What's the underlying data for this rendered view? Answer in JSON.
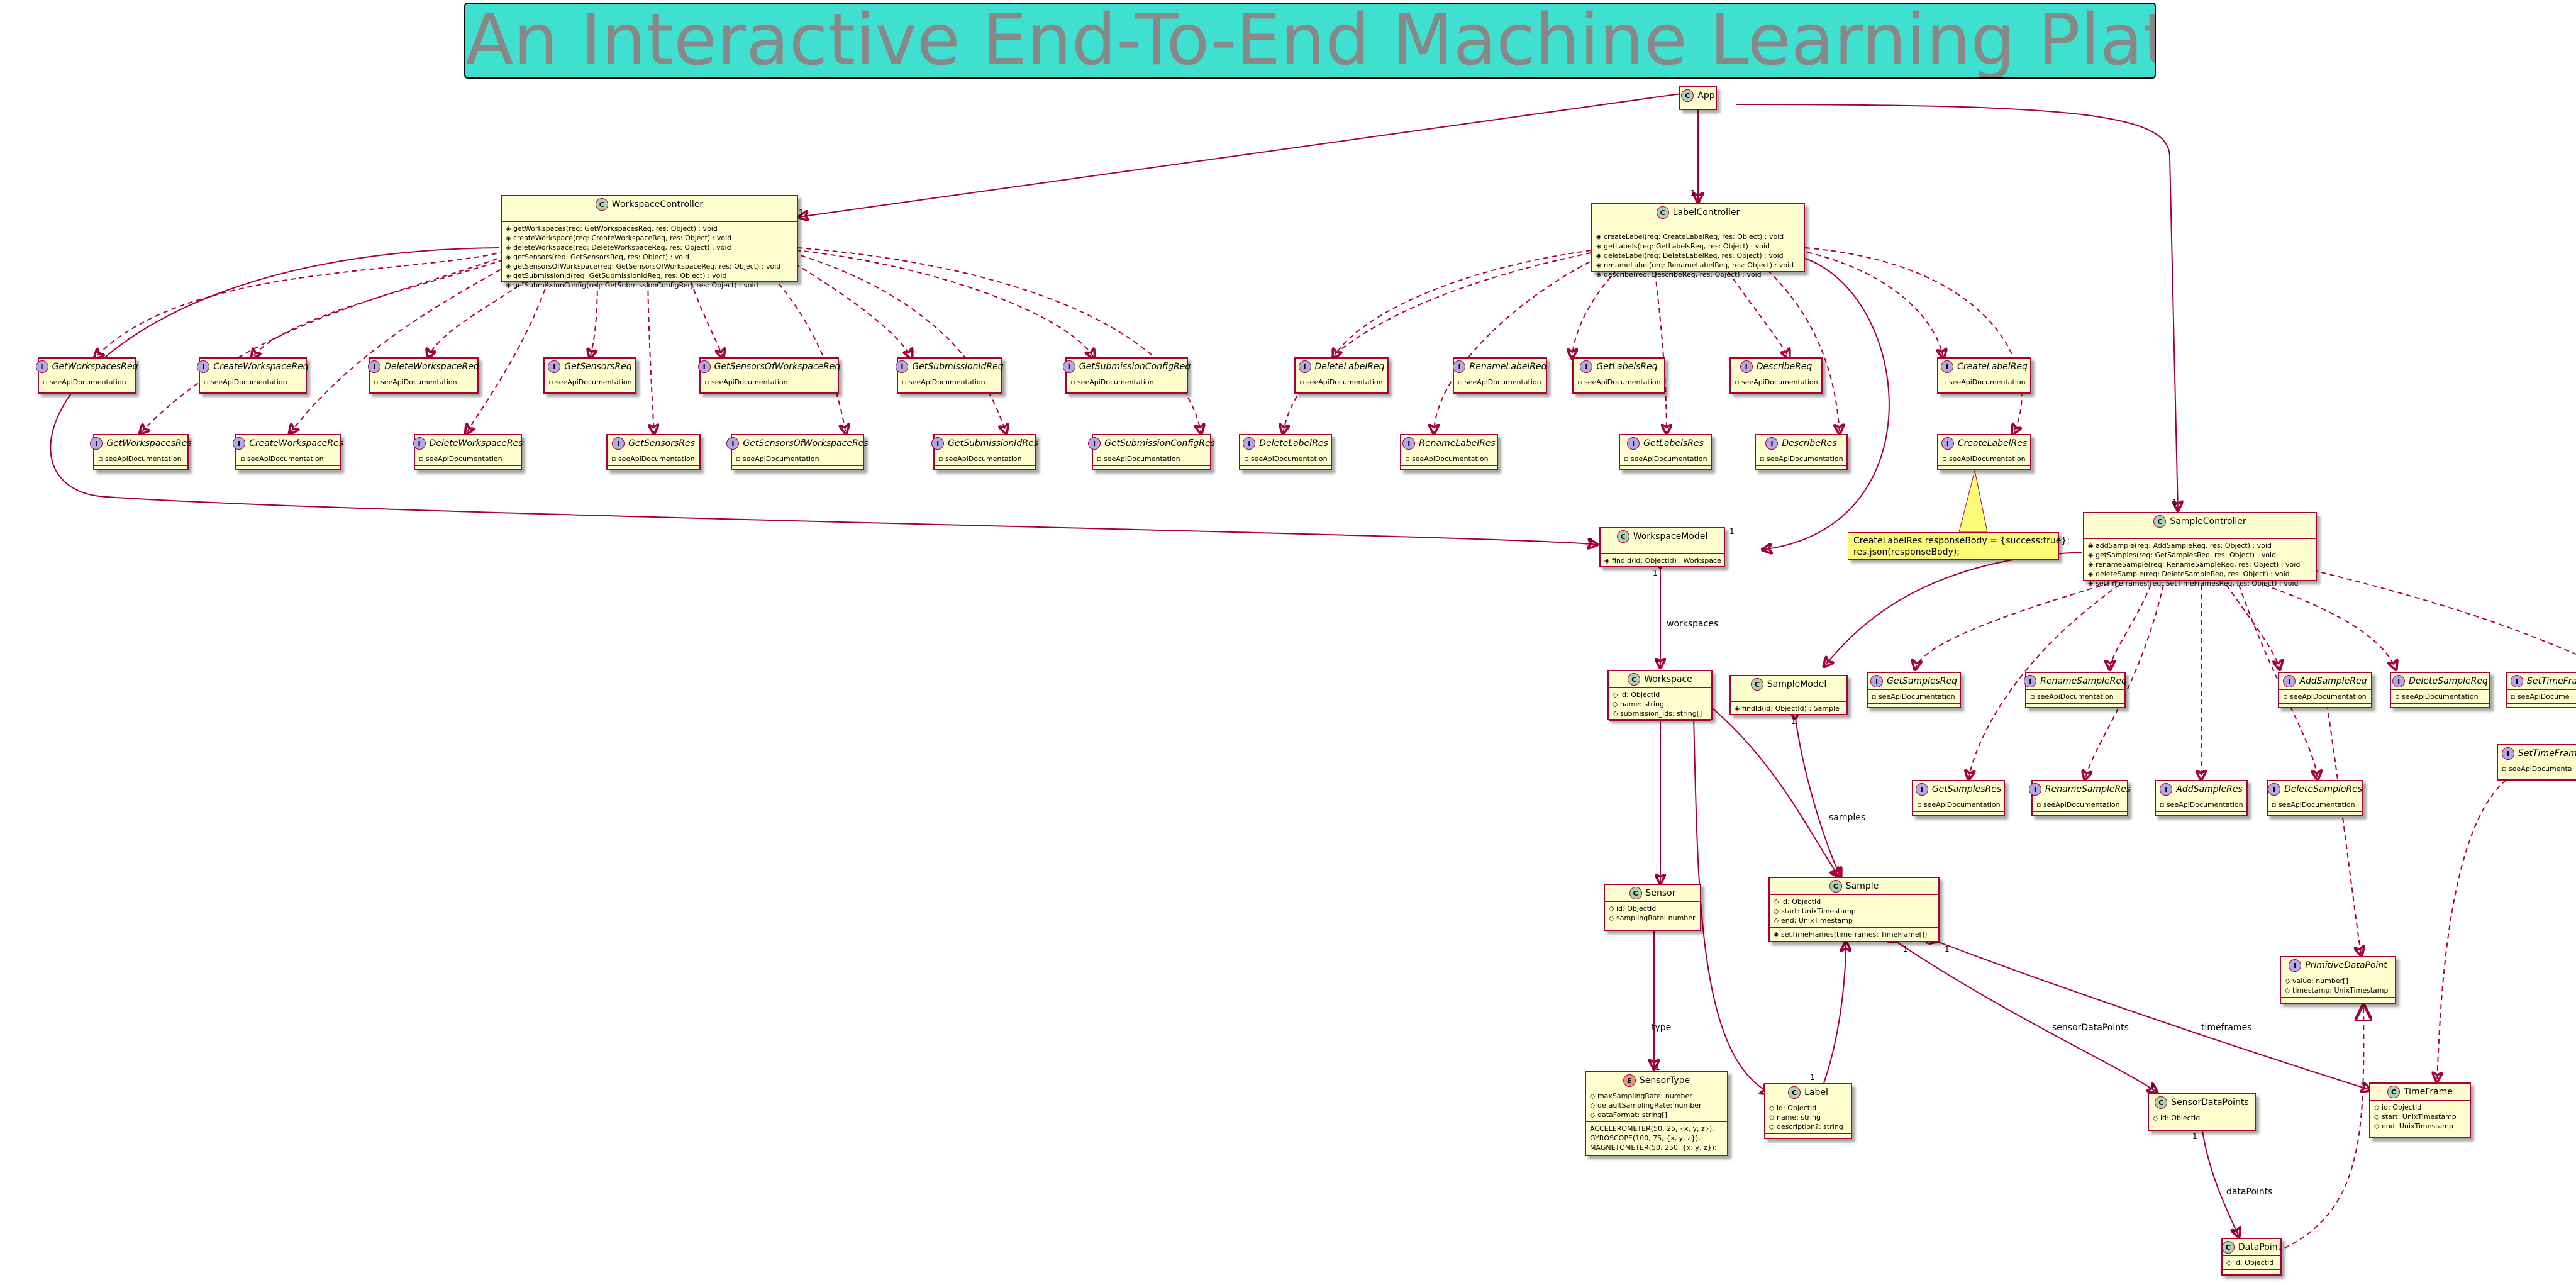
{
  "title": "An Interactive End-To-End Machine Learning Platform",
  "colors": {
    "title_bg": "#40E0D0",
    "title_text": "#888888",
    "class_bg": "#FEFECE",
    "border": "#A80036",
    "note_bg": "#FBFB77",
    "class_glyph": "#ADD1B2",
    "interface_glyph": "#B4A7E5",
    "enum_glyph": "#EB937F"
  },
  "classes": {
    "app": {
      "name": "App",
      "glyph": "C"
    },
    "workspace_controller": {
      "name": "WorkspaceController",
      "glyph": "C",
      "methods": [
        "getWorkspaces(req: GetWorkspacesReq, res: Object) : void",
        "createWorkspace(req: CreateWorkspaceReq, res: Object) : void",
        "deleteWorkspace(req: DeleteWorkspaceReq, res: Object) : void",
        "getSensors(req: GetSensorsReq, res: Object) : void",
        "getSensorsOfWorkspace(req: GetSensorsOfWorkspaceReq, res: Object) : void",
        "getSubmissionId(req: GetSubmissionIdReq, res: Object) : void",
        "getSubmissionConfig(req: GetSubmissionConfigReq, res: Object) : void"
      ]
    },
    "label_controller": {
      "name": "LabelController",
      "glyph": "C",
      "methods": [
        "createLabel(req: CreateLabelReq, res: Object) : void",
        "getLabels(req: GetLabelsReq, res: Object) : void",
        "deleteLabel(req: DeleteLabelReq, res: Object) : void",
        "renameLabel(req: RenameLabelReq, res: Object) : void",
        "describe(req: DescribeReq, res: Object) : void"
      ]
    },
    "sample_controller": {
      "name": "SampleController",
      "glyph": "C",
      "methods": [
        "addSample(req: AddSampleReq, res: Object) : void",
        "getSamples(req: GetSamplesReq, res: Object) : void",
        "renameSample(req: RenameSampleReq, res: Object) : void",
        "deleteSample(req: DeleteSampleReq, res: Object) : void",
        "setTimeframes(req: SetTimeFramesReq, res: Object) : void"
      ]
    },
    "workspace_model": {
      "name": "WorkspaceModel",
      "glyph": "C",
      "methods": [
        "findId(id: ObjectId) : Workspace"
      ]
    },
    "sample_model": {
      "name": "SampleModel",
      "glyph": "C",
      "methods": [
        "findId(id: ObjectId) : Sample"
      ]
    },
    "workspace": {
      "name": "Workspace",
      "glyph": "C",
      "fields": [
        "id: ObjectId",
        "name: string",
        "submission_ids: string[]"
      ]
    },
    "sensor": {
      "name": "Sensor",
      "glyph": "C",
      "fields": [
        "id: ObjectId",
        "samplingRate: number"
      ]
    },
    "sensor_type": {
      "name": "SensorType",
      "glyph": "E",
      "fields": [
        "maxSamplingRate: number",
        "defaultSamplingRate: number",
        "dataFormat: string[]"
      ],
      "values": [
        "ACCELEROMETER(50, 25, {x, y, z}),",
        "GYROSCOPE(100, 75, {x, y, z}),",
        "MAGNETOMETER(50, 250, {x, y, z});"
      ]
    },
    "sample": {
      "name": "Sample",
      "glyph": "C",
      "fields": [
        "id: ObjectId",
        "start: UnixTimestamp",
        "end: UnixTimestamp"
      ],
      "methods": [
        "setTimeFrames(timeframes: TimeFrame[])"
      ]
    },
    "label": {
      "name": "Label",
      "glyph": "C",
      "fields": [
        "id: ObjectId",
        "name: string",
        "description?: string"
      ]
    },
    "sensor_data_points": {
      "name": "SensorDataPoints",
      "glyph": "C",
      "fields": [
        "id: ObjectId"
      ]
    },
    "data_point": {
      "name": "DataPoint",
      "glyph": "C",
      "fields": [
        "id: ObjectId"
      ]
    },
    "time_frame": {
      "name": "TimeFrame",
      "glyph": "C",
      "fields": [
        "id: ObjectId",
        "start: UnixTimestamp",
        "end: UnixTimestamp"
      ]
    },
    "primitive_data_point": {
      "name": "PrimitiveDataPoint",
      "glyph": "I",
      "fields": [
        "value: number[]",
        "timestamp: UnixTimestamp"
      ]
    }
  },
  "interfaces": {
    "get_workspaces_req": {
      "name": "GetWorkspacesReq",
      "fields": [
        "seeApiDocumentation"
      ]
    },
    "get_workspaces_res": {
      "name": "GetWorkspacesRes",
      "fields": [
        "seeApiDocumentation"
      ]
    },
    "create_workspace_req": {
      "name": "CreateWorkspaceReq",
      "fields": [
        "seeApiDocumentation"
      ]
    },
    "create_workspace_res": {
      "name": "CreateWorkspaceRes",
      "fields": [
        "seeApiDocumentation"
      ]
    },
    "delete_workspace_req": {
      "name": "DeleteWorkspaceReq",
      "fields": [
        "seeApiDocumentation"
      ]
    },
    "delete_workspace_res": {
      "name": "DeleteWorkspaceRes",
      "fields": [
        "seeApiDocumentation"
      ]
    },
    "get_sensors_req": {
      "name": "GetSensorsReq",
      "fields": [
        "seeApiDocumentation"
      ]
    },
    "get_sensors_res": {
      "name": "GetSensorsRes",
      "fields": [
        "seeApiDocumentation"
      ]
    },
    "get_sensors_of_workspace_req": {
      "name": "GetSensorsOfWorkspaceReq",
      "fields": [
        "seeApiDocumentation"
      ]
    },
    "get_sensors_of_workspace_res": {
      "name": "GetSensorsOfWorkspaceRes",
      "fields": [
        "seeApiDocumentation"
      ]
    },
    "get_submission_id_req": {
      "name": "GetSubmissionIdReq",
      "fields": [
        "seeApiDocumentation"
      ]
    },
    "get_submission_id_res": {
      "name": "GetSubmissionIdRes",
      "fields": [
        "seeApiDocumentation"
      ]
    },
    "get_submission_config_req": {
      "name": "GetSubmissionConfigReq",
      "fields": [
        "seeApiDocumentation"
      ]
    },
    "get_submission_config_res": {
      "name": "GetSubmissionConfigRes",
      "fields": [
        "seeApiDocumentation"
      ]
    },
    "delete_label_req": {
      "name": "DeleteLabelReq",
      "fields": [
        "seeApiDocumentation"
      ]
    },
    "delete_label_res": {
      "name": "DeleteLabelRes",
      "fields": [
        "seeApiDocumentation"
      ]
    },
    "rename_label_req": {
      "name": "RenameLabelReq",
      "fields": [
        "seeApiDocumentation"
      ]
    },
    "rename_label_res": {
      "name": "RenameLabelRes",
      "fields": [
        "seeApiDocumentation"
      ]
    },
    "get_labels_req": {
      "name": "GetLabelsReq",
      "fields": [
        "seeApiDocumentation"
      ]
    },
    "get_labels_res": {
      "name": "GetLabelsRes",
      "fields": [
        "seeApiDocumentation"
      ]
    },
    "describe_req": {
      "name": "DescribeReq",
      "fields": [
        "seeApiDocumentation"
      ]
    },
    "describe_res": {
      "name": "DescribeRes",
      "fields": [
        "seeApiDocumentation"
      ]
    },
    "create_label_req": {
      "name": "CreateLabelReq",
      "fields": [
        "seeApiDocumentation"
      ]
    },
    "create_label_res": {
      "name": "CreateLabelRes",
      "fields": [
        "seeApiDocumentation"
      ]
    },
    "get_samples_req": {
      "name": "GetSamplesReq",
      "fields": [
        "seeApiDocumentation"
      ]
    },
    "get_samples_res": {
      "name": "GetSamplesRes",
      "fields": [
        "seeApiDocumentation"
      ]
    },
    "rename_sample_req": {
      "name": "RenameSampleReq",
      "fields": [
        "seeApiDocumentation"
      ]
    },
    "rename_sample_res": {
      "name": "RenameSampleRes",
      "fields": [
        "seeApiDocumentation"
      ]
    },
    "add_sample_req": {
      "name": "AddSampleReq",
      "fields": [
        "seeApiDocumentation"
      ]
    },
    "add_sample_res": {
      "name": "AddSampleRes",
      "fields": [
        "seeApiDocumentation"
      ]
    },
    "delete_sample_req": {
      "name": "DeleteSampleReq",
      "fields": [
        "seeApiDocumentation"
      ]
    },
    "delete_sample_res": {
      "name": "DeleteSampleRes",
      "fields": [
        "seeApiDocumentation"
      ]
    },
    "set_timeframes_req": {
      "name": "SetTimeFram",
      "fields": [
        "seeApiDocume"
      ]
    },
    "set_timeframes_res": {
      "name": "SetTimeFrame",
      "fields": [
        "seeApiDocumenta"
      ]
    }
  },
  "note": {
    "lines": [
      "CreateLabelRes responseBody = {success:true};",
      "res.json(responseBody);"
    ]
  },
  "relations": {
    "workspaces": "workspaces",
    "samples": "samples",
    "type": "type",
    "sensor_data_points": "sensorDataPoints",
    "timeframes": "timeframes",
    "data_points": "dataPoints"
  },
  "multiplicities": {
    "one": "1",
    "many": "*"
  }
}
